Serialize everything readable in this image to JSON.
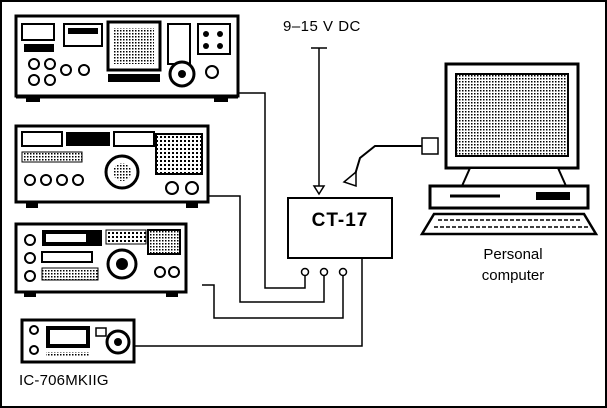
{
  "power_label": "9–15 V DC",
  "interface_label": "CT-17",
  "computer_label": {
    "line1": "Personal",
    "line2": "computer"
  },
  "rig_label": "IC-706MKIIG",
  "colors": {
    "ink": "#000000",
    "background": "#ffffff",
    "screen": "#d9d9d9"
  }
}
